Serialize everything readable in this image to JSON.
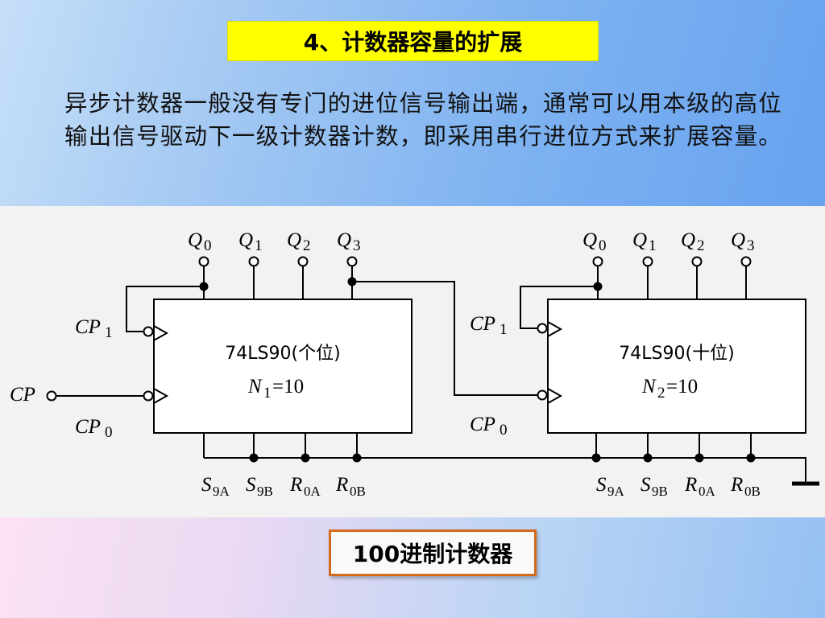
{
  "title": "4、计数器容量的扩展",
  "paragraph": "异步计数器一般没有专门的进位信号输出端，通常可以用本级的高位输出信号驱动下一级计数器计数，即采用串行进位方式来扩展容量。",
  "diagram": {
    "input_label": "CP",
    "clock_pins": {
      "cp1": "CP",
      "cp1_sub": "1",
      "cp0": "CP",
      "cp0_sub": "0"
    },
    "outputs": [
      {
        "name": "Q",
        "sub": "0"
      },
      {
        "name": "Q",
        "sub": "1"
      },
      {
        "name": "Q",
        "sub": "2"
      },
      {
        "name": "Q",
        "sub": "3"
      }
    ],
    "control_pins": [
      {
        "name": "S",
        "sub": "9A"
      },
      {
        "name": "S",
        "sub": "9B"
      },
      {
        "name": "R",
        "sub": "0A"
      },
      {
        "name": "R",
        "sub": "0B"
      }
    ],
    "chips": [
      {
        "part": "74LS90(个位)",
        "n_name": "N",
        "n_sub": "1",
        "n_value": "=10"
      },
      {
        "part": "74LS90(十位)",
        "n_name": "N",
        "n_sub": "2",
        "n_value": "=10"
      }
    ]
  },
  "caption": "100进制计数器"
}
